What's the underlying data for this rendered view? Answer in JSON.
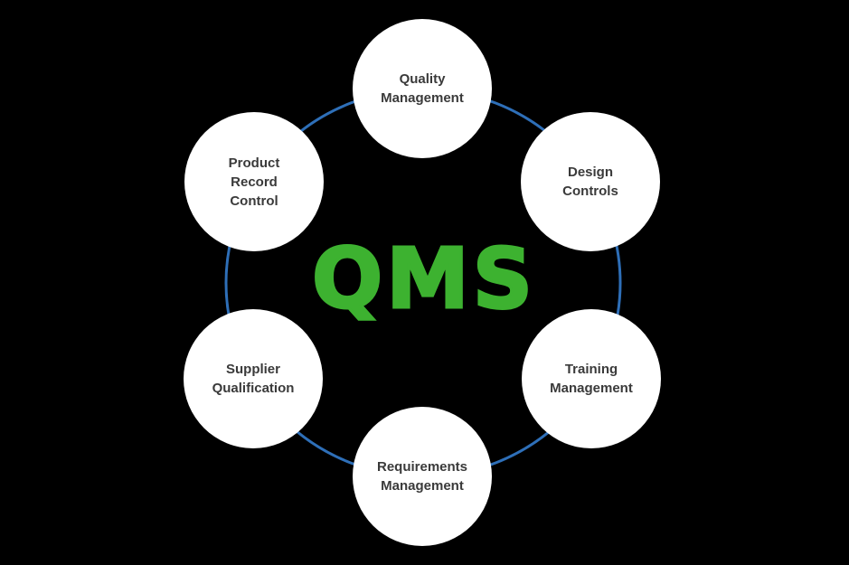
{
  "diagram": {
    "center_label": "QMS",
    "colors": {
      "background": "#000000",
      "center_text": "#3db230",
      "ring": "#2e6fb8",
      "node_fill": "#ffffff",
      "node_text": "#3a3a3a"
    },
    "nodes": [
      {
        "label": "Quality\nManagement"
      },
      {
        "label": "Design\nControls"
      },
      {
        "label": "Training\nManagement"
      },
      {
        "label": "Requirements\nManagement"
      },
      {
        "label": "Supplier\nQualification"
      },
      {
        "label": "Product\nRecord\nControl"
      }
    ]
  }
}
